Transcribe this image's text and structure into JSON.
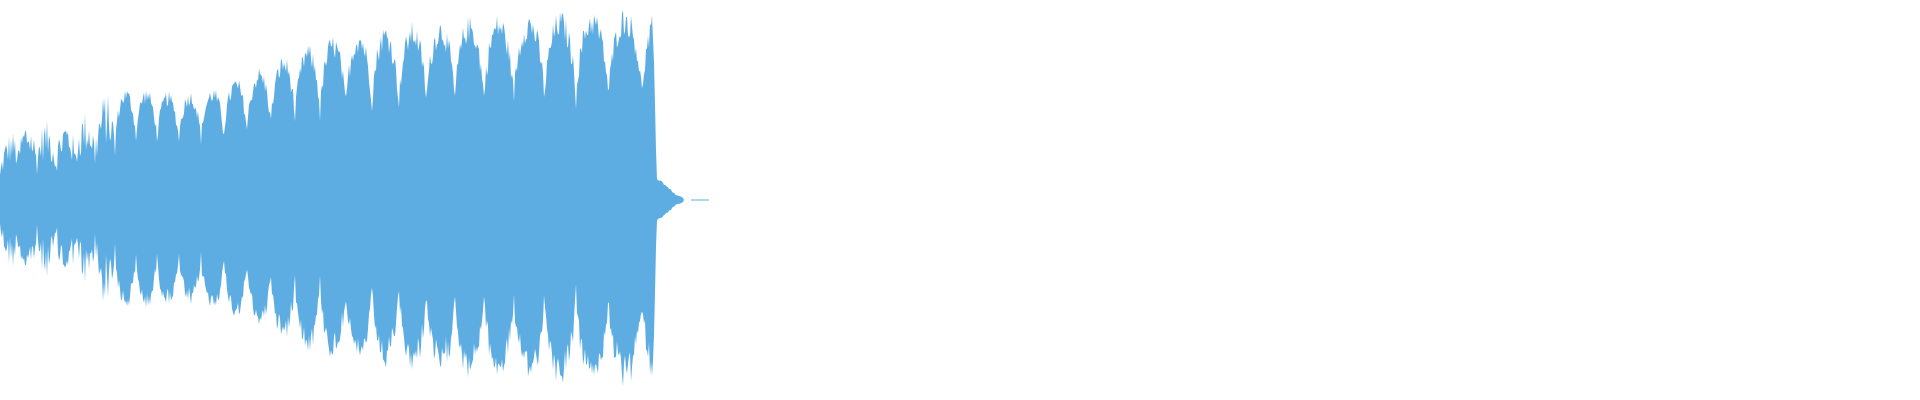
{
  "waveform": {
    "color": "#5dade2",
    "background": "#ffffff",
    "clip_end_fraction": 0.36,
    "tail_end_fraction": 0.36,
    "peak_envelope": {
      "comment_free": true,
      "points": [
        [
          0.0,
          0.28
        ],
        [
          0.01,
          0.42
        ],
        [
          0.03,
          0.4
        ],
        [
          0.045,
          0.46
        ],
        [
          0.055,
          0.55
        ],
        [
          0.07,
          0.58
        ],
        [
          0.09,
          0.55
        ],
        [
          0.11,
          0.57
        ],
        [
          0.13,
          0.65
        ],
        [
          0.15,
          0.75
        ],
        [
          0.17,
          0.83
        ],
        [
          0.19,
          0.88
        ],
        [
          0.21,
          0.9
        ],
        [
          0.23,
          0.92
        ],
        [
          0.25,
          0.94
        ],
        [
          0.27,
          0.95
        ],
        [
          0.29,
          0.96
        ],
        [
          0.31,
          0.97
        ],
        [
          0.33,
          0.98
        ],
        [
          0.34,
          0.99
        ],
        [
          0.342,
          0.12
        ],
        [
          0.35,
          0.06
        ],
        [
          0.356,
          0.01
        ]
      ]
    }
  }
}
